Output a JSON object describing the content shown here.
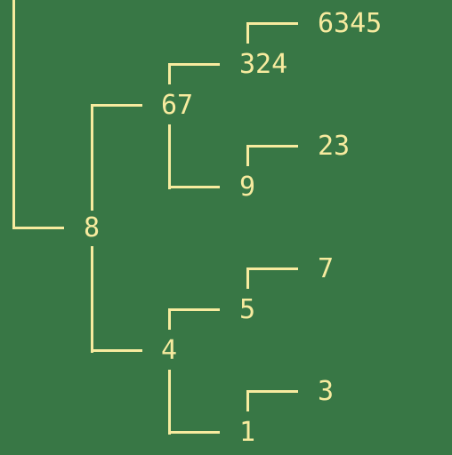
{
  "tree": {
    "nodes": {
      "root": "8",
      "n67": "67",
      "n4": "4",
      "n324": "324",
      "n9": "9",
      "n5": "5",
      "n1": "1",
      "n6345": "6345",
      "n23": "23",
      "n7": "7",
      "n3": "3"
    }
  },
  "colors": {
    "background": "#387745",
    "ink": "#f7eb9f"
  }
}
